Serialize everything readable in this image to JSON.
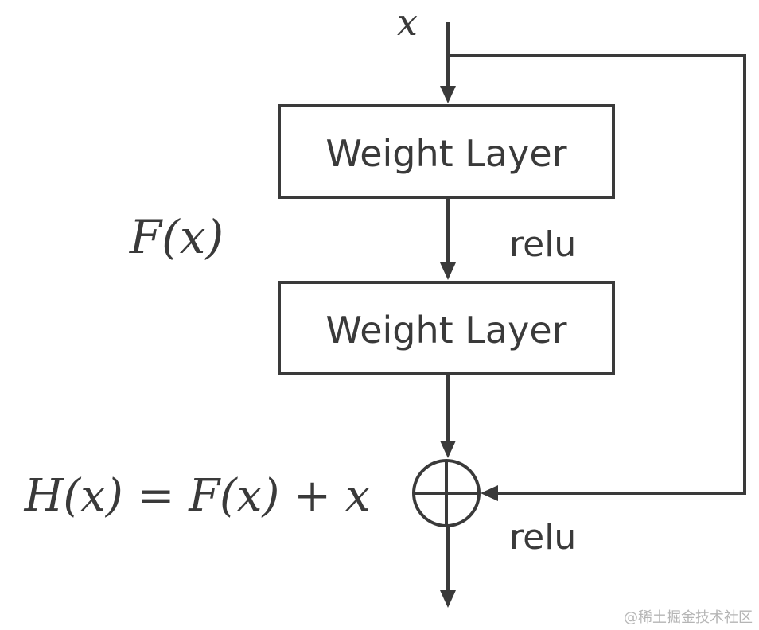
{
  "input_label": "x",
  "blocks": [
    {
      "label": "Weight Layer"
    },
    {
      "label": "Weight Layer"
    }
  ],
  "residual_label": "F(x)",
  "activation_1": "relu",
  "activation_2": "relu",
  "output_equation": "H(x) = F(x) + x",
  "watermark": "@稀土掘金技术社区",
  "colors": {
    "stroke": "#3a3a3a",
    "watermark": "#b5b5b5",
    "background": "#ffffff"
  }
}
